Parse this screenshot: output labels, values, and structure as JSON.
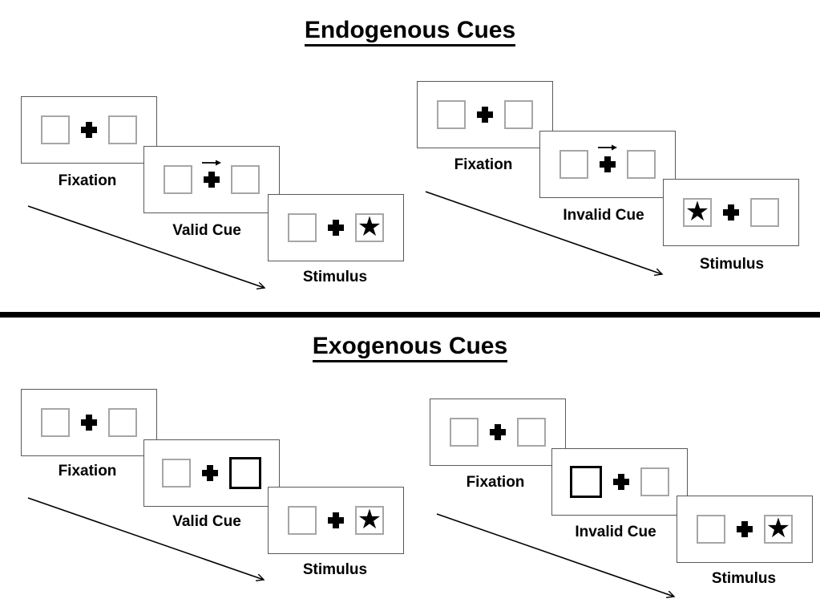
{
  "sections": [
    {
      "id": "endogenous",
      "title": "Endogenous Cues",
      "sequences": [
        {
          "name": "valid",
          "frames": [
            {
              "label": "Fixation",
              "cue": "none",
              "star": "none"
            },
            {
              "label": "Valid Cue",
              "cue": "arrow-right",
              "star": "none"
            },
            {
              "label": "Stimulus",
              "cue": "none",
              "star": "right"
            }
          ]
        },
        {
          "name": "invalid",
          "frames": [
            {
              "label": "Fixation",
              "cue": "none",
              "star": "none"
            },
            {
              "label": "Invalid Cue",
              "cue": "arrow-right",
              "star": "none"
            },
            {
              "label": "Stimulus",
              "cue": "none",
              "star": "left"
            }
          ]
        }
      ]
    },
    {
      "id": "exogenous",
      "title": "Exogenous Cues",
      "sequences": [
        {
          "name": "valid",
          "frames": [
            {
              "label": "Fixation",
              "cue": "none",
              "star": "none"
            },
            {
              "label": "Valid Cue",
              "cue": "box-right",
              "star": "none"
            },
            {
              "label": "Stimulus",
              "cue": "none",
              "star": "right"
            }
          ]
        },
        {
          "name": "invalid",
          "frames": [
            {
              "label": "Fixation",
              "cue": "none",
              "star": "none"
            },
            {
              "label": "Invalid Cue",
              "cue": "box-left",
              "star": "none"
            },
            {
              "label": "Stimulus",
              "cue": "none",
              "star": "right"
            }
          ]
        }
      ]
    }
  ],
  "icons": {
    "star": "★",
    "fixation_cross": "plus-cross",
    "cue_arrow": "right-arrow",
    "timeline_arrow": "diagonal-arrow"
  },
  "colors": {
    "ink": "#000000",
    "panel_border": "#595959",
    "square_border": "#a6a6a6",
    "divider": "#000000",
    "background": "#ffffff"
  }
}
